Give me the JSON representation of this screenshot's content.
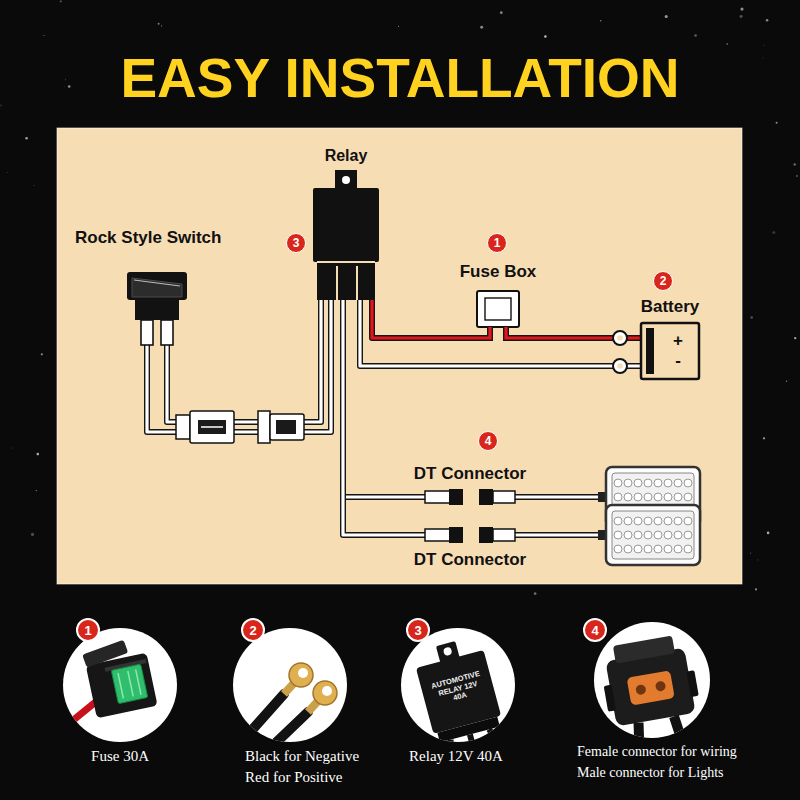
{
  "diagram": {
    "title": "EASY INSTALLATION",
    "nodes": [
      {
        "text": [
          "Rock Style Switch"
        ]
      },
      {
        "text": [
          "Relay"
        ]
      },
      {
        "text": [
          "Fuse Box"
        ]
      },
      {
        "text": [
          "Battery",
          "+",
          "-"
        ]
      },
      {
        "text": [
          "DT Connector"
        ]
      },
      {
        "text": [
          "DT Connector"
        ]
      }
    ],
    "edges": [
      {
        "from": 0,
        "to": 1,
        "arrow": "none"
      },
      {
        "from": 1,
        "to": 2,
        "arrow": "none"
      },
      {
        "from": 2,
        "to": 3,
        "arrow": "none"
      },
      {
        "from": 1,
        "to": 3,
        "arrow": "none"
      },
      {
        "from": 1,
        "to": 4,
        "arrow": "none"
      },
      {
        "from": 1,
        "to": 5,
        "arrow": "none"
      }
    ],
    "labels": [
      "3",
      "1",
      "2",
      "4",
      "1",
      "2",
      "3",
      "4",
      "AUTOMOTIVE RELAY 12V 40A",
      "Fuse 30A",
      "Black for Negative",
      "Red for Positive",
      "Relay 12V 40A",
      "Female connector for wiring",
      "Male connector for Lights"
    ]
  }
}
